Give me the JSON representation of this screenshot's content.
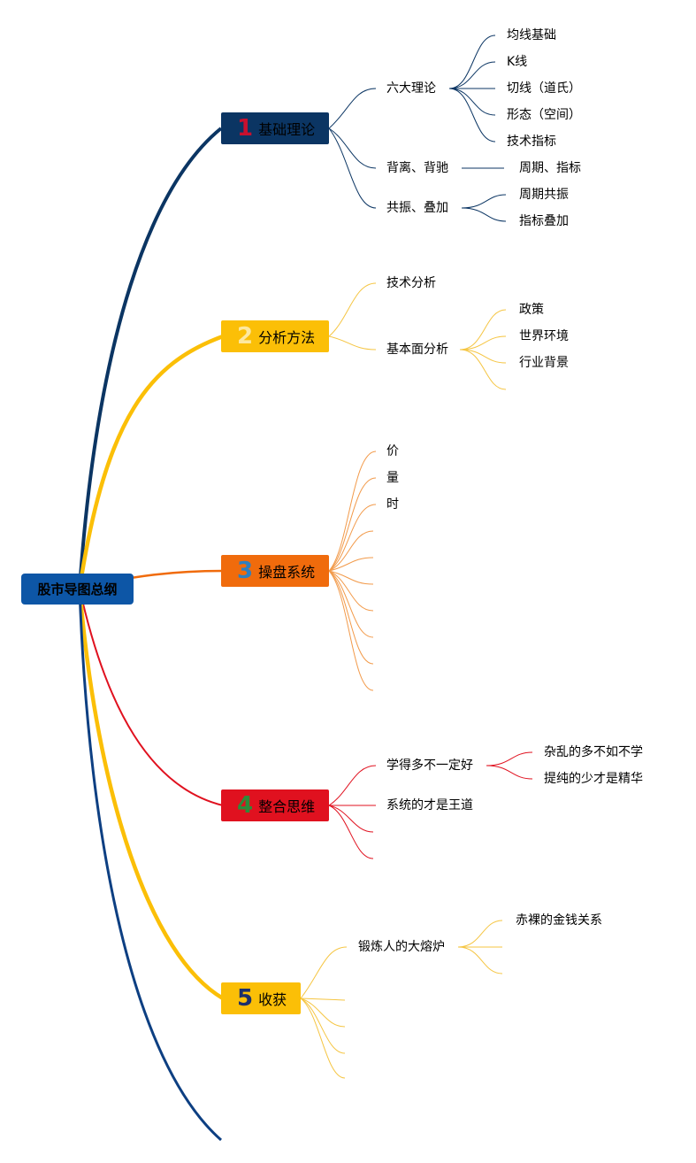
{
  "root": {
    "label": "股市导图总纲",
    "color": "#0d56a6"
  },
  "branches": [
    {
      "number": "1",
      "label": "基础理论",
      "color": "#0b3563",
      "number_color": "#c8102e",
      "children": [
        {
          "label": "六大理论",
          "children": [
            "均线基础",
            "K线",
            "切线（道氏）",
            "形态（空间）",
            "技术指标"
          ]
        },
        {
          "label": "背离、背驰",
          "children": [
            "周期、指标"
          ]
        },
        {
          "label": "共振、叠加",
          "children": [
            "周期共振",
            "指标叠加"
          ]
        }
      ]
    },
    {
      "number": "2",
      "label": "分析方法",
      "color": "#fbbf07",
      "number_color": "#fde8a0",
      "children": [
        {
          "label": "技术分析",
          "children": []
        },
        {
          "label": "基本面分析",
          "children": [
            "政策",
            "世界环境",
            "行业背景"
          ]
        }
      ]
    },
    {
      "number": "3",
      "label": "操盘系统",
      "color": "#f06b0c",
      "number_color": "#2f7fbf",
      "children": [
        {
          "label": "价",
          "children": []
        },
        {
          "label": "量",
          "children": []
        },
        {
          "label": "时",
          "children": []
        }
      ]
    },
    {
      "number": "4",
      "label": "整合思维",
      "color": "#e0111f",
      "number_color": "#2e8b3a",
      "children": [
        {
          "label": "学得多不一定好",
          "children": [
            "杂乱的多不如不学",
            "提纯的少才是精华"
          ]
        },
        {
          "label": "系统的才是王道",
          "children": []
        }
      ]
    },
    {
      "number": "5",
      "label": "收获",
      "color": "#fbbf07",
      "number_color": "#1c2f6b",
      "children": [
        {
          "label": "锻炼人的大熔炉",
          "children": [
            "赤裸的金钱关系"
          ]
        }
      ]
    }
  ]
}
